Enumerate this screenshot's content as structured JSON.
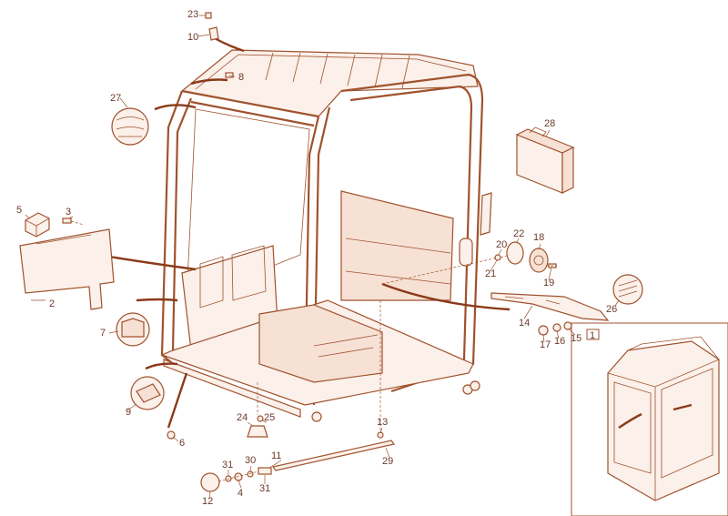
{
  "diagram": {
    "colors": {
      "line": "#a0522d",
      "fill": "#fbf0ea",
      "text": "#6b3a2a",
      "wire": "#8b3a1a"
    },
    "callouts": {
      "c1": "1",
      "c2": "2",
      "c3": "3",
      "c4": "4",
      "c5": "5",
      "c6": "6",
      "c7": "7",
      "c8": "8",
      "c9": "9",
      "c10": "10",
      "c11": "11",
      "c12": "12",
      "c13": "13",
      "c14": "14",
      "c15": "15",
      "c16": "16",
      "c17": "17",
      "c18": "18",
      "c19": "19",
      "c20": "20",
      "c21": "21",
      "c22": "22",
      "c23": "23",
      "c24": "24",
      "c25": "25",
      "c26": "26",
      "c27": "27",
      "c28": "28",
      "c29": "29",
      "c30": "30",
      "c31a": "31",
      "c31b": "31"
    }
  }
}
